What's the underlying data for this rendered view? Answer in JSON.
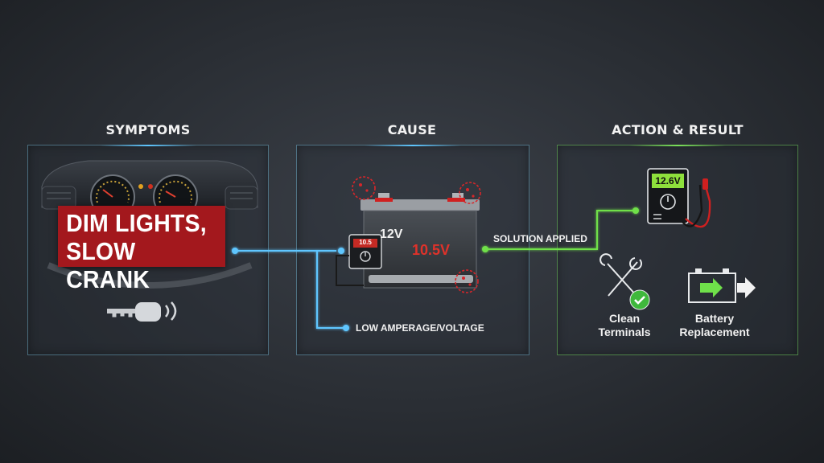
{
  "sections": {
    "symptoms": {
      "title": "SYMPTOMS"
    },
    "cause": {
      "title": "CAUSE"
    },
    "action": {
      "title": "ACTION & RESULT"
    }
  },
  "symptoms": {
    "banner_line1": "DIM LIGHTS,",
    "banner_line2": "SLOW CRANK"
  },
  "cause": {
    "battery_rating": "12V",
    "measured_voltage": "10.5V",
    "meter_reading": "10.5",
    "finding": "LOW AMPERAGE/VOLTAGE"
  },
  "connector": {
    "label": "SOLUTION APPLIED"
  },
  "action": {
    "meter_reading": "12.6V",
    "option1": {
      "line1": "Clean",
      "line2": "Terminals"
    },
    "option2": {
      "line1": "Battery",
      "line2": "Replacement"
    }
  },
  "colors": {
    "alert_red": "#a3181d",
    "connector_blue": "#5fc6ff",
    "success_green": "#6fe04a",
    "meter_screen": "#8ee03c"
  },
  "icons": [
    "dashboard-icon",
    "car-key-icon",
    "battery-icon",
    "multimeter-icon",
    "wrench-icon",
    "checkmark-icon",
    "battery-replace-icon",
    "arrow-right-icon",
    "corrosion-icon"
  ]
}
